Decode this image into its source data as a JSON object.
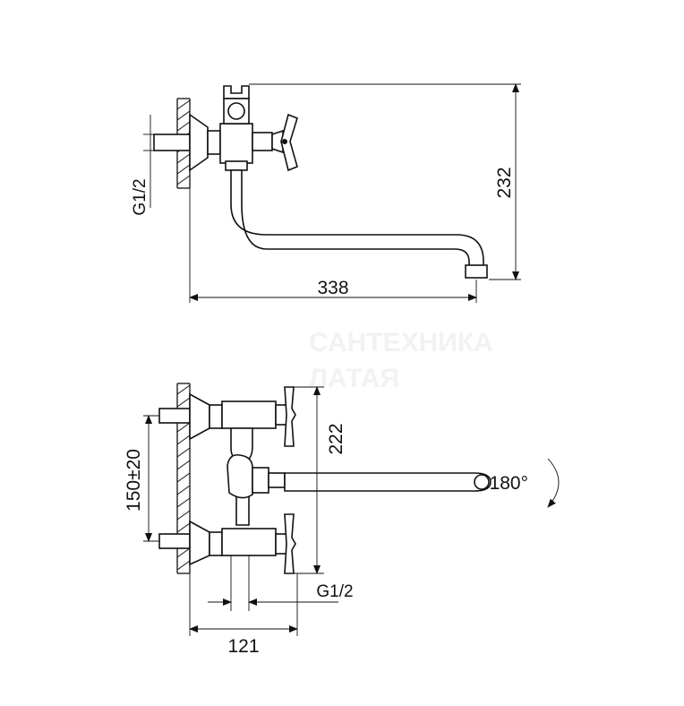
{
  "top_view": {
    "dim_width": "338",
    "dim_height": "232",
    "thread": "G1/2"
  },
  "front_view": {
    "dim_width": "121",
    "dim_height": "222",
    "dim_spacing": "150±20",
    "thread": "G1/2",
    "rotation": "180°"
  },
  "watermark": {
    "line1": "САНТЕХНИКА",
    "line2": "ЛАТАЯ"
  }
}
